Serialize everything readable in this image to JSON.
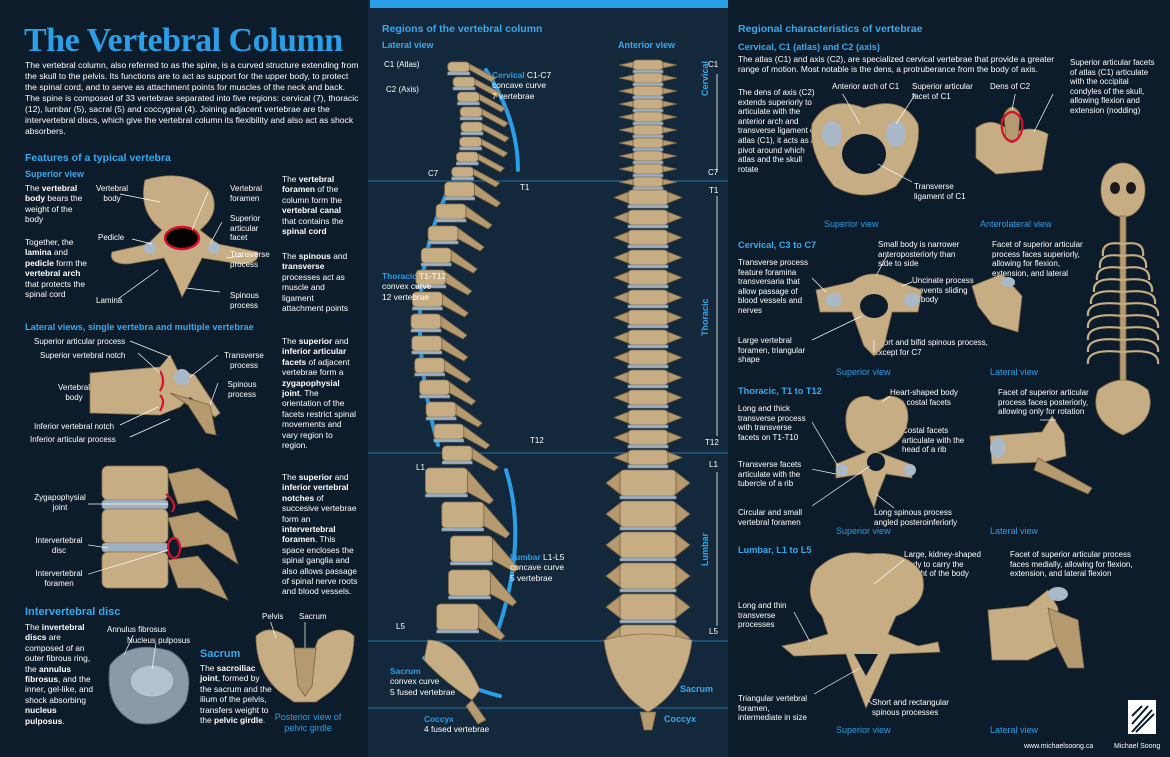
{
  "title": "The Vertebral Column",
  "intro": "The vertebral column, also referred to as the spine, is a curved structure extending from the skull to the pelvis. Its functions are to act as support for the upper body, to protect the spinal cord, and to serve as attachment points for muscles of the neck and back. The spine is composed of 33 vertebrae separated into five regions: cervical (7), thoracic (12), lumbar (5), sacral (5) and coccygeal (4). Joining adjacent vertebrae are the intervertebral discs, which give the vertebral column its flexibility and also act as shock absorbers.",
  "features": {
    "heading": "Features of a typical vertebra",
    "superior_view": "Superior view",
    "body_text": [
      "The ",
      "vertebral body",
      " bears the weight of the body"
    ],
    "lamina_text": [
      "Together, the ",
      "lamina",
      " and ",
      "pedicle",
      " form the ",
      "vertebral arch",
      " that protects the spinal cord"
    ],
    "foramen_text": [
      "The ",
      "vertebral foramen",
      " of the column form the ",
      "vertebral canal",
      " that contains the ",
      "spinal cord"
    ],
    "spinous_text": [
      "The ",
      "spinous",
      " and ",
      "transverse",
      " processes act as muscle and ligament attachment points"
    ],
    "labels": {
      "vertebral_body": "Vertebral body",
      "pedicle": "Pedicle",
      "lamina": "Lamina",
      "vertebral_foramen": "Vertebral foramen",
      "superior_articular_facet": "Superior articular facet",
      "transverse_process": "Transverse process",
      "spinous_process": "Spinous process"
    }
  },
  "lateral": {
    "heading": "Lateral views, single vertebra and multiple vertebrae",
    "labels": {
      "superior_articular_process": "Superior articular process",
      "superior_vertebral_notch": "Superior vertebral notch",
      "vertebral_body": "Vertebral body",
      "inferior_vertebral_notch": "Inferior vertebral notch",
      "inferior_articular_process": "Inferior articular process",
      "transverse_process": "Transverse process",
      "spinous_process": "Spinous process",
      "zygapophysial_joint": "Zygapophysial joint",
      "intervertebral_disc": "Intervertebral disc",
      "intervertebral_foramen": "Intervertebral foramen"
    },
    "facets_text": [
      "The ",
      "superior",
      " and ",
      "inferior articular facets",
      " of adjacent vertebrae form a ",
      "zygapophysial joint",
      ". The orientation of the facets restrict spinal movements and vary region to region."
    ],
    "notches_text": [
      "The ",
      "superior",
      " and ",
      "inferior vertebral notches",
      " of succesive vertebrae form an ",
      "intervertebral foramen",
      ". This space encloses the spinal ganglia and also allows passage of spinal nerve roots and blood vessels."
    ]
  },
  "disc": {
    "heading": "Intervertebral disc",
    "text": [
      "The ",
      "invertebral discs",
      " are composed of an outer fibrous ring, the ",
      "annulus fibrosus",
      ", and the inner, gel-like, and shock absorbing ",
      "nucleus pulposus",
      "."
    ],
    "annulus": "Annulus fibrosus",
    "nucleus": "Nucleus pulposus"
  },
  "sacrum": {
    "heading": "Sacrum",
    "text": [
      "The ",
      "sacroiliac joint",
      ", formed by the sacrum and the ilium of the pelvis, transfers weight to the ",
      "pelvic girdle",
      "."
    ],
    "pelvis": "Pelvis",
    "sacrum": "Sacrum",
    "caption": "Posterior view of pelvic girdle"
  },
  "regions": {
    "heading": "Regions of the vertebral column",
    "lateral_view": "Lateral view",
    "anterior_view": "Anterior view",
    "c1": "C1 (Atlas)",
    "c2": "C2 (Axis)",
    "c7": "C7",
    "t1": "T1",
    "t12": "T12",
    "l1": "L1",
    "l5": "L5",
    "cervical": {
      "name": "Cervical",
      "range": "C1-C7",
      "curve": "concave curve",
      "count": "7 vertebrae"
    },
    "thoracic": {
      "name": "Thoracic",
      "range": "T1-T12",
      "curve": "convex curve",
      "count": "12 vertebrae"
    },
    "lumbar": {
      "name": "Lumbar",
      "range": "L1-L5",
      "curve": "concave curve",
      "count": "5 vertebrae"
    },
    "sacrum": {
      "name": "Sacrum",
      "curve": "convex curve",
      "count": "5 fused vertebrae"
    },
    "coccyx": {
      "name": "Coccyx",
      "count": "4 fused vertebrae"
    },
    "side": {
      "cervical": "Cervical",
      "thoracic": "Thoracic",
      "lumbar": "Lumbar",
      "sacrum": "Sacrum",
      "coccyx": "Coccyx"
    },
    "ticks": {
      "c1": "C1",
      "c7": "C7",
      "t1": "T1",
      "t12": "T12",
      "l1": "L1",
      "l5": "L5"
    }
  },
  "regional": {
    "heading": "Regional characteristics of vertebrae",
    "c1c2": {
      "heading": "Cervical, C1 (atlas) and C2 (axis)",
      "text": "The atlas (C1) and axis (C2), are specialized cervical vertebrae that provide a greater range of motion. Most notable is the dens, a protruberance from the body of axis.",
      "dens_text": "The dens of axis (C2) extends superiorly to articulate with the anterior arch and transverse ligament of atlas (C1), it acts as a pivot around which atlas and the skull rotate",
      "anterior_arch": "Anterior arch of C1",
      "sup_facet": "Superior articular facet of C1",
      "transverse_lig": "Transverse ligament of C1",
      "dens": "Dens of C2",
      "atlas_facets": "Superior articular facets of atlas (C1) articulate with the occipital condyles of the skull, allowing flexion and extension (nodding)",
      "cap_superior": "Superior view",
      "cap_antero": "Anterolateral view"
    },
    "c3c7": {
      "heading": "Cervical, C3 to C7",
      "transverse": "Transverse process feature foramina transversaria that allow passage of blood vessels and nerves",
      "small_body": "Small body is narrower anteroposteriorly than side to side",
      "uncinate": "Uncinate process prevents sliding of body",
      "facet": "Facet of superior articular process faces superiorly, allowing for flexion, extension, and lateral flexion",
      "large_foramen": "Large vertebral foramen, triangular shape",
      "bifid": "Short and bifid spinous process, except for C7",
      "cap_superior": "Superior view"
    },
    "thoracic": {
      "heading": "Thoracic, T1 to T12",
      "long_thick": "Long and thick transverse process with transverse facets on T1-T10",
      "heart": "Heart-shaped body with costal facets",
      "facet": "Facet of superior articular process faces posteriorly, allowing only for rotation",
      "costal": "Costal facets articulate with the head of a rib",
      "tr_facets": "Transverse facets articulate with the tubercle of a rib",
      "circular": "Circular and small vertebral foramen",
      "long_spinous": "Long spinous process angled posteroinferiorly",
      "cap_superior": "Superior view",
      "cap_lateral": "Lateral view"
    },
    "lumbar": {
      "heading": "Lumbar, L1 to L5",
      "kidney": "Large, kidney-shaped body to carry the weight of the body",
      "facet": "Facet of superior articular process faces medially, allowing for flexion, extension, and lateral flexion",
      "long_thin": "Long and thin transverse processes",
      "triangular": "Triangular vertebral foramen, intermediate in size",
      "short_rect": "Short and rectangular spinous processes",
      "cap_superior": "Superior view",
      "cap_lateral": "Lateral view"
    },
    "cap_lateral_c": "Lateral view"
  },
  "footer": {
    "url": "www.michaelsoong.ca",
    "author": "Michael Soong"
  },
  "colors": {
    "accent": "#2a9ee6",
    "highlight": "#d8102a",
    "bone": "#c7ad83",
    "bg": "#0d1c2a"
  }
}
